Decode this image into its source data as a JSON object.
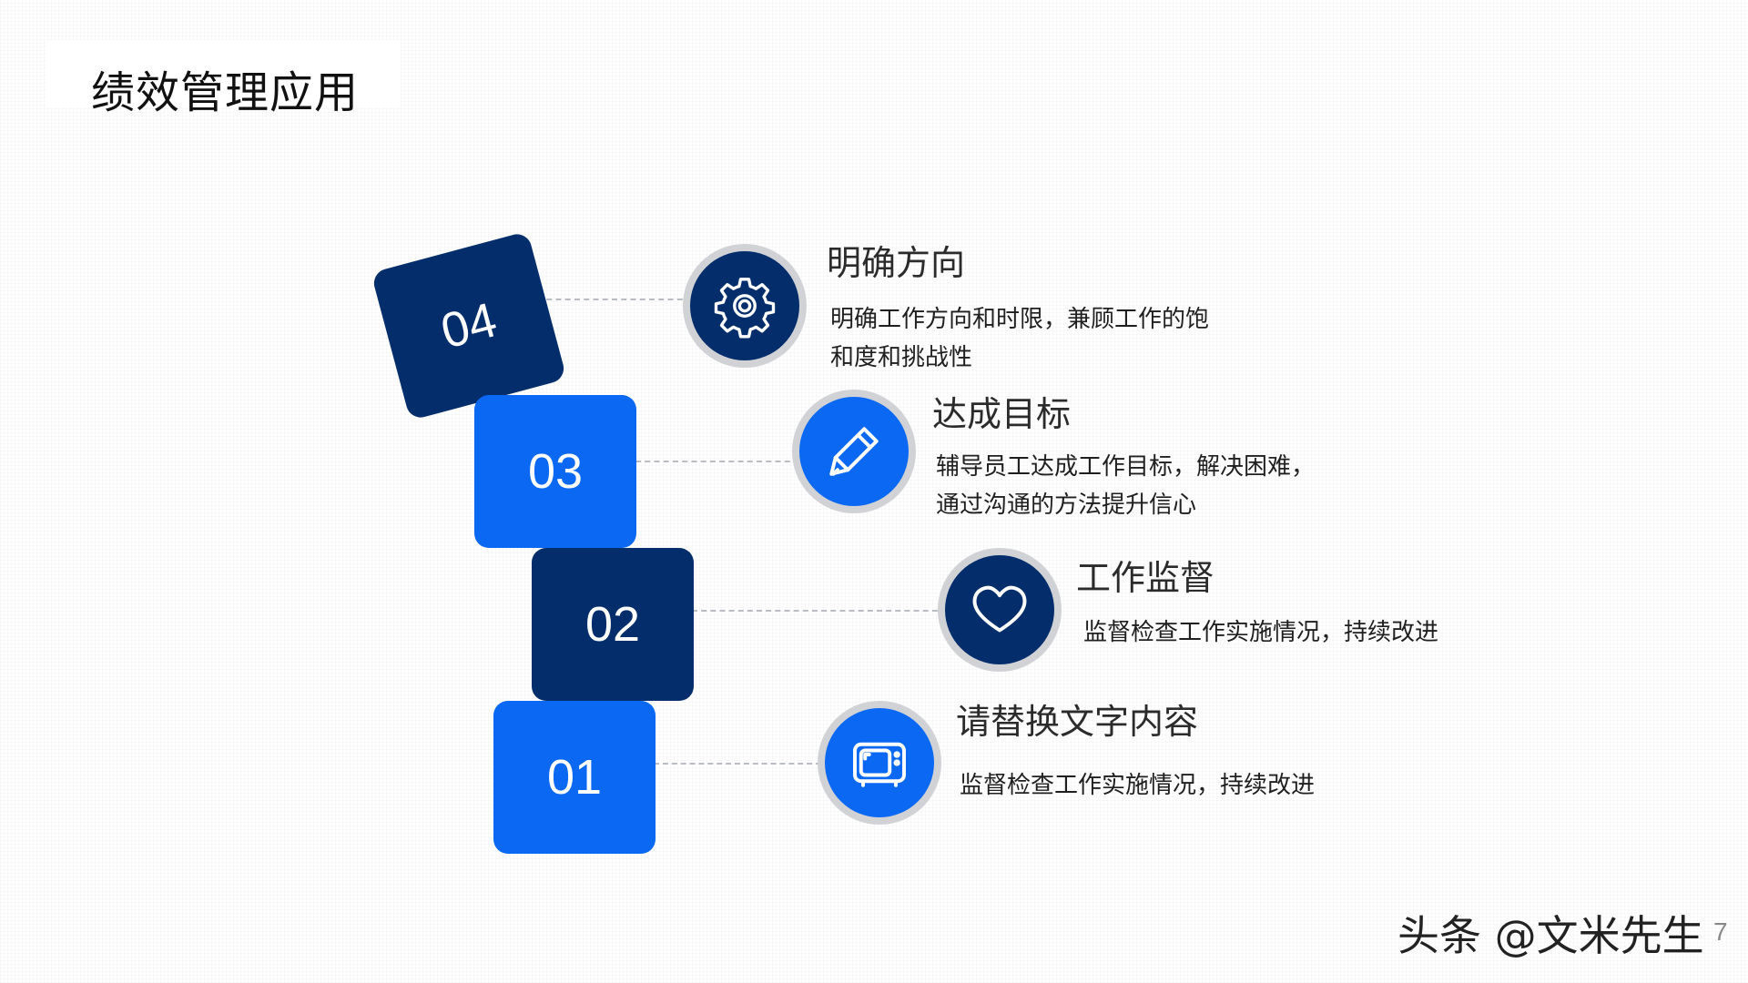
{
  "slide": {
    "title": "绩效管理应用",
    "watermark": "头条 @文米先生",
    "page_number": "7"
  },
  "colors": {
    "navy": "#032d6b",
    "blue": "#0a68f2",
    "ring": "#d0d2d6"
  },
  "steps": [
    {
      "number": "04",
      "title": "明确方向",
      "desc_lines": [
        "明确工作方向和时限，兼顾工作的饱",
        "和度和挑战性"
      ],
      "icon": "gear-icon"
    },
    {
      "number": "03",
      "title": "达成目标",
      "desc_lines": [
        "辅导员工达成工作目标，解决困难，",
        "通过沟通的方法提升信心"
      ],
      "icon": "pencil-icon"
    },
    {
      "number": "02",
      "title": "工作监督",
      "desc_lines": [
        "监督检查工作实施情况，持续改进"
      ],
      "icon": "heart-icon"
    },
    {
      "number": "01",
      "title": "请替换文字内容",
      "desc_lines": [
        "监督检查工作实施情况，持续改进"
      ],
      "icon": "tv-icon"
    }
  ]
}
